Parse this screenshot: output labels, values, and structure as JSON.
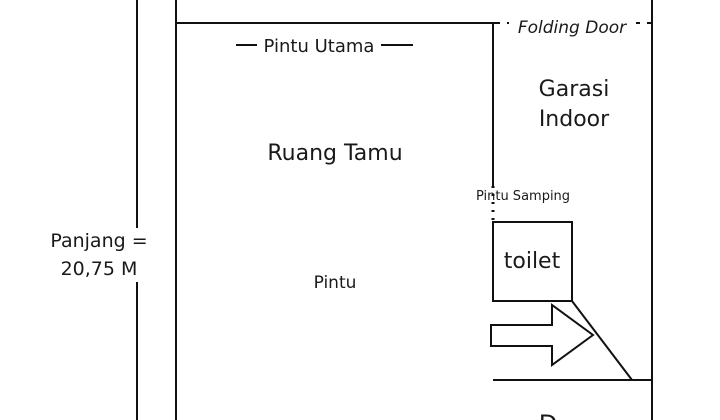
{
  "plan": {
    "rooms": {
      "living_room": "Ruang Tamu",
      "garage_line1": "Garasi",
      "garage_line2": "Indoor",
      "toilet": "toilet",
      "partial_room": "D"
    },
    "doors": {
      "main_door": "Pintu Utama",
      "folding_door": "Folding Door",
      "side_door": "Pintu Samping",
      "inner_door": "Pintu"
    },
    "dimension": {
      "length_line1": "Panjang =",
      "length_line2": "20,75 M"
    }
  }
}
